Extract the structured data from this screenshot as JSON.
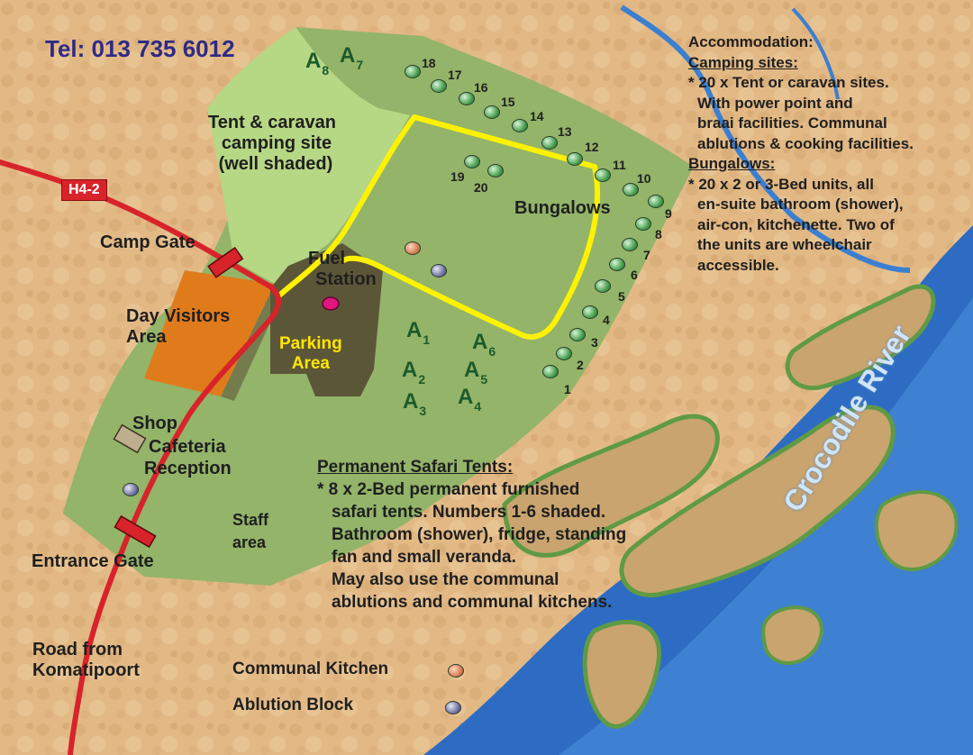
{
  "phone": "Tel: 013 735 6012",
  "road_badge": "H4-2",
  "labels": {
    "camping_site": [
      "Tent & caravan",
      "camping site",
      "(well shaded)"
    ],
    "camp_gate": "Camp Gate",
    "day_visitors": [
      "Day Visitors",
      "Area"
    ],
    "fuel_station": [
      "Fuel",
      "Station"
    ],
    "parking": [
      "Parking",
      "Area"
    ],
    "bungalows": "Bungalows",
    "shop": "Shop",
    "cafeteria": "Cafeteria",
    "reception": "Reception",
    "staff": [
      "Staff",
      "area"
    ],
    "entrance_gate": "Entrance Gate",
    "road_from": [
      "Road from",
      "Komatipoort"
    ],
    "river": "Crocodile River"
  },
  "tent_labels": [
    {
      "letter": "A",
      "sub": "8"
    },
    {
      "letter": "A",
      "sub": "7"
    },
    {
      "letter": "A",
      "sub": "1"
    },
    {
      "letter": "A",
      "sub": "6"
    },
    {
      "letter": "A",
      "sub": "2"
    },
    {
      "letter": "A",
      "sub": "5"
    },
    {
      "letter": "A",
      "sub": "3"
    },
    {
      "letter": "A",
      "sub": "4"
    }
  ],
  "bungalow_numbers": [
    "1",
    "2",
    "3",
    "4",
    "5",
    "6",
    "7",
    "8",
    "9",
    "10",
    "11",
    "12",
    "13",
    "14",
    "15",
    "16",
    "17",
    "18",
    "19",
    "20"
  ],
  "accommodation": {
    "heading": "Accommodation:",
    "camping_heading": "Camping sites:",
    "camping_lines": [
      "* 20 x Tent or caravan sites.",
      "With power point and",
      "braai facilities. Communal",
      "ablutions & cooking facilities."
    ],
    "bungalow_heading": "Bungalows:",
    "bungalow_lines": [
      "* 20 x 2 or 3-Bed units, all",
      "en-suite bathroom (shower),",
      "air-con, kitchenette. Two of",
      "the units are wheelchair",
      "accessible."
    ]
  },
  "safari": {
    "heading": "Permanent Safari Tents:",
    "lines": [
      "* 8 x 2-Bed permanent furnished",
      "safari tents. Numbers 1-6 shaded.",
      "Bathroom (shower), fridge, standing",
      "fan and small veranda.",
      "May also use the communal",
      "ablutions and communal kitchens."
    ]
  },
  "legend": {
    "kitchen": "Communal Kitchen",
    "ablution": "Ablution Block"
  },
  "colors": {
    "sand": "#e0b887",
    "camp_green": "#93b469",
    "light_green": "#b6d784",
    "day_visitors": "#e07b1c",
    "parking": "#5c5638",
    "road": "#d8232a",
    "fence": "#fff200",
    "river": "#2d6cc2"
  }
}
